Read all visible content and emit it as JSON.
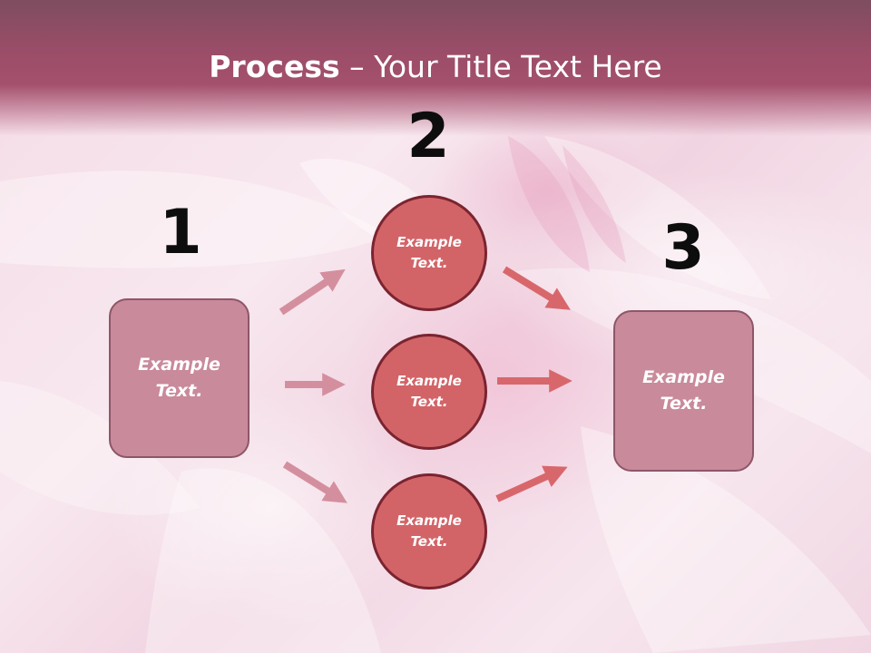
{
  "title": {
    "bold": "Process",
    "rest": " – Your Title Text Here"
  },
  "steps": {
    "one": "1",
    "two": "2",
    "three": "3"
  },
  "left_box": {
    "text": "Example Text."
  },
  "right_box": {
    "text": "Example Text."
  },
  "circles": [
    {
      "text": "Example Text."
    },
    {
      "text": "Example Text."
    },
    {
      "text": "Example Text."
    }
  ],
  "colors": {
    "header": "#a4506c",
    "box_fill": "#c98a9b",
    "box_border": "#8e5668",
    "circle_fill": "#d26468",
    "circle_border": "#7a2430",
    "arrow_left": "#d48f9f",
    "arrow_right": "#d8676c"
  }
}
